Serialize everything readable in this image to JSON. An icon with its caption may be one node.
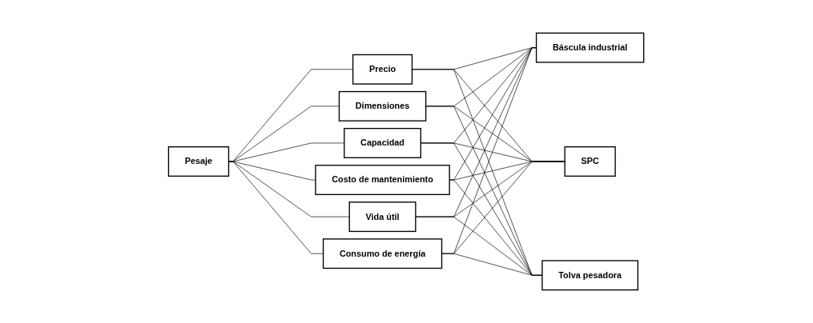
{
  "diagram": {
    "nodes": [
      {
        "text": [
          "Pesaje"
        ]
      },
      {
        "text": [
          "Precio"
        ]
      },
      {
        "text": [
          "Dimensiones"
        ]
      },
      {
        "text": [
          "Capacidad"
        ]
      },
      {
        "text": [
          "Costo de mantenimiento"
        ]
      },
      {
        "text": [
          "Vida útil"
        ]
      },
      {
        "text": [
          "Consumo de energía"
        ]
      },
      {
        "text": [
          "Báscula industrial"
        ]
      },
      {
        "text": [
          "SPC"
        ]
      },
      {
        "text": [
          "Tolva pesadora"
        ]
      }
    ],
    "edges": [
      {
        "from": 0,
        "to": 1,
        "arrow": "none"
      },
      {
        "from": 0,
        "to": 2,
        "arrow": "none"
      },
      {
        "from": 0,
        "to": 3,
        "arrow": "none"
      },
      {
        "from": 0,
        "to": 4,
        "arrow": "none"
      },
      {
        "from": 0,
        "to": 5,
        "arrow": "none"
      },
      {
        "from": 0,
        "to": 6,
        "arrow": "none"
      },
      {
        "from": 1,
        "to": 7,
        "arrow": "none"
      },
      {
        "from": 1,
        "to": 8,
        "arrow": "none"
      },
      {
        "from": 1,
        "to": 9,
        "arrow": "none"
      },
      {
        "from": 2,
        "to": 7,
        "arrow": "none"
      },
      {
        "from": 2,
        "to": 8,
        "arrow": "none"
      },
      {
        "from": 2,
        "to": 9,
        "arrow": "none"
      },
      {
        "from": 3,
        "to": 7,
        "arrow": "none"
      },
      {
        "from": 3,
        "to": 8,
        "arrow": "none"
      },
      {
        "from": 3,
        "to": 9,
        "arrow": "none"
      },
      {
        "from": 4,
        "to": 7,
        "arrow": "none"
      },
      {
        "from": 4,
        "to": 8,
        "arrow": "none"
      },
      {
        "from": 4,
        "to": 9,
        "arrow": "none"
      },
      {
        "from": 5,
        "to": 7,
        "arrow": "none"
      },
      {
        "from": 5,
        "to": 8,
        "arrow": "none"
      },
      {
        "from": 5,
        "to": 9,
        "arrow": "none"
      },
      {
        "from": 6,
        "to": 7,
        "arrow": "none"
      },
      {
        "from": 6,
        "to": 8,
        "arrow": "none"
      },
      {
        "from": 6,
        "to": 9,
        "arrow": "none"
      }
    ]
  }
}
